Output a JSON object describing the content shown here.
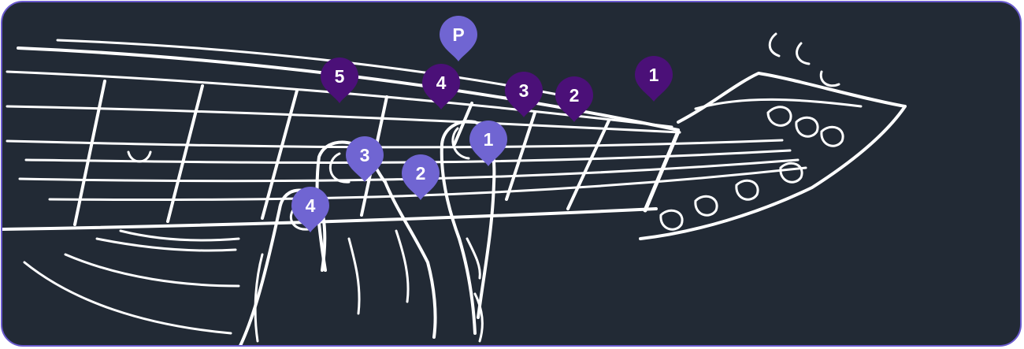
{
  "colors": {
    "background": "#222a35",
    "border": "#6a5acd",
    "line_art": "#ffffff",
    "fret_marker": "#4b1078",
    "finger_marker": "#7065d2"
  },
  "fret_markers": [
    {
      "label": "1"
    },
    {
      "label": "2"
    },
    {
      "label": "3"
    },
    {
      "label": "4"
    },
    {
      "label": "5"
    }
  ],
  "finger_markers": [
    {
      "label": "P"
    },
    {
      "label": "1"
    },
    {
      "label": "2"
    },
    {
      "label": "3"
    },
    {
      "label": "4"
    }
  ]
}
